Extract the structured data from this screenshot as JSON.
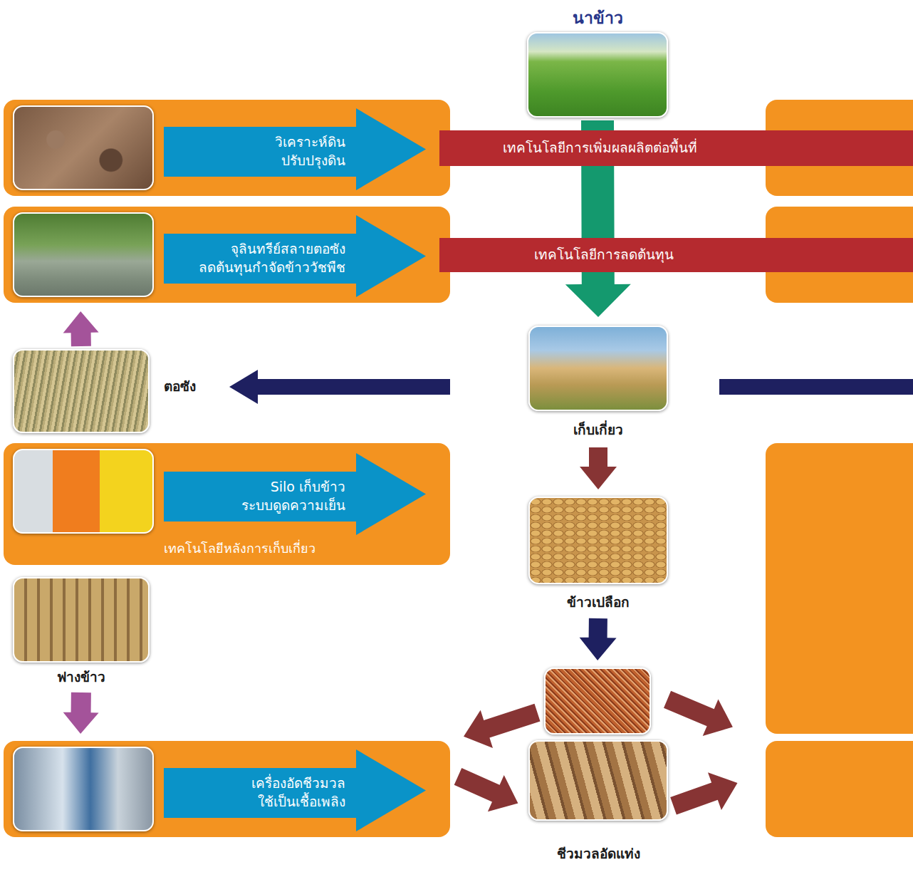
{
  "diagram": {
    "nodes": [
      {
        "text": [
          "นาข้าว"
        ]
      },
      {
        "text": []
      },
      {
        "text": [
          "วิเคราะห์ดิน ปรับปรุงดิน"
        ],
        "in": 1
      },
      {
        "text": []
      },
      {
        "text": [
          "เทคโนโลยีการเพิ่มผลผลิตต่อพื้นที่"
        ]
      },
      {
        "text": []
      },
      {
        "text": [
          "จุลินทรีย์สลายตอซัง ลดต้นทุนกำจัดข้าววัชพืช"
        ],
        "in": 5
      },
      {
        "text": []
      },
      {
        "text": [
          "เทคโนโลยีการลดต้นทุน"
        ]
      },
      {
        "text": [
          "ตอซัง"
        ]
      },
      {
        "text": [
          "เก็บเกี่ยว"
        ]
      },
      {
        "text": [
          "เทคโนโลยีหลังการเก็บเกี่ยว"
        ]
      },
      {
        "text": [
          "Silo เก็บข้าว ระบบดูดความเย็น"
        ],
        "in": 11
      },
      {
        "text": []
      },
      {
        "text": [
          "ข้าวเปลือก"
        ]
      },
      {
        "text": [
          "ฟางข้าว"
        ]
      },
      {
        "text": []
      },
      {
        "text": []
      },
      {
        "text": [
          "เครื่องอัดชีวมวล ใช้เป็นเชื้อเพลิง"
        ],
        "in": 17
      },
      {
        "text": [
          "ชีวมวลอัดแท่ง"
        ]
      },
      {
        "text": []
      }
    ],
    "edges": [
      {
        "from": 0,
        "to": 10,
        "arrow": "to"
      },
      {
        "from": 10,
        "to": 9,
        "arrow": "to"
      },
      {
        "from": 9,
        "to": 5,
        "arrow": "to"
      },
      {
        "from": 10,
        "to": 14,
        "arrow": "to"
      },
      {
        "from": 14,
        "to": 16,
        "arrow": "to"
      },
      {
        "from": 16,
        "to": 17,
        "arrow": "to"
      },
      {
        "from": 17,
        "to": 19,
        "arrow": "to"
      },
      {
        "from": 19,
        "to": 20,
        "arrow": "to"
      },
      {
        "from": 16,
        "to": 20,
        "arrow": "to"
      },
      {
        "from": 15,
        "to": 17,
        "arrow": "to"
      }
    ]
  }
}
